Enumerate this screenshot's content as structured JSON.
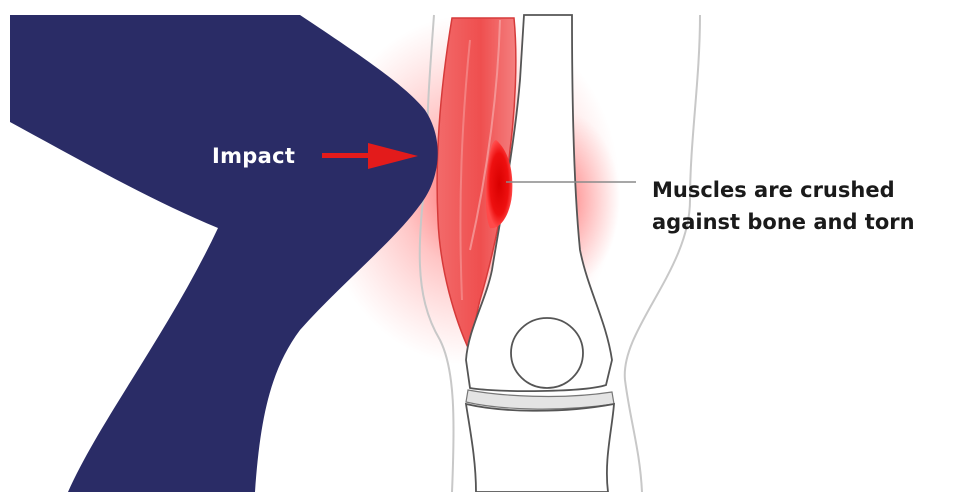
{
  "labels": {
    "impact": "Impact",
    "callout_line1": "Muscles are crushed",
    "callout_line2": "against bone and torn"
  },
  "colors": {
    "striking_object": "#2a2c66",
    "muscle": "#ef4f4f",
    "muscle_light": "#f7a8a8",
    "injury": "#e60000",
    "arrow": "#e31b1b",
    "bone_outline": "#555555",
    "leg_outline": "#c8c8c8",
    "leader_line": "#8a8a8a"
  }
}
